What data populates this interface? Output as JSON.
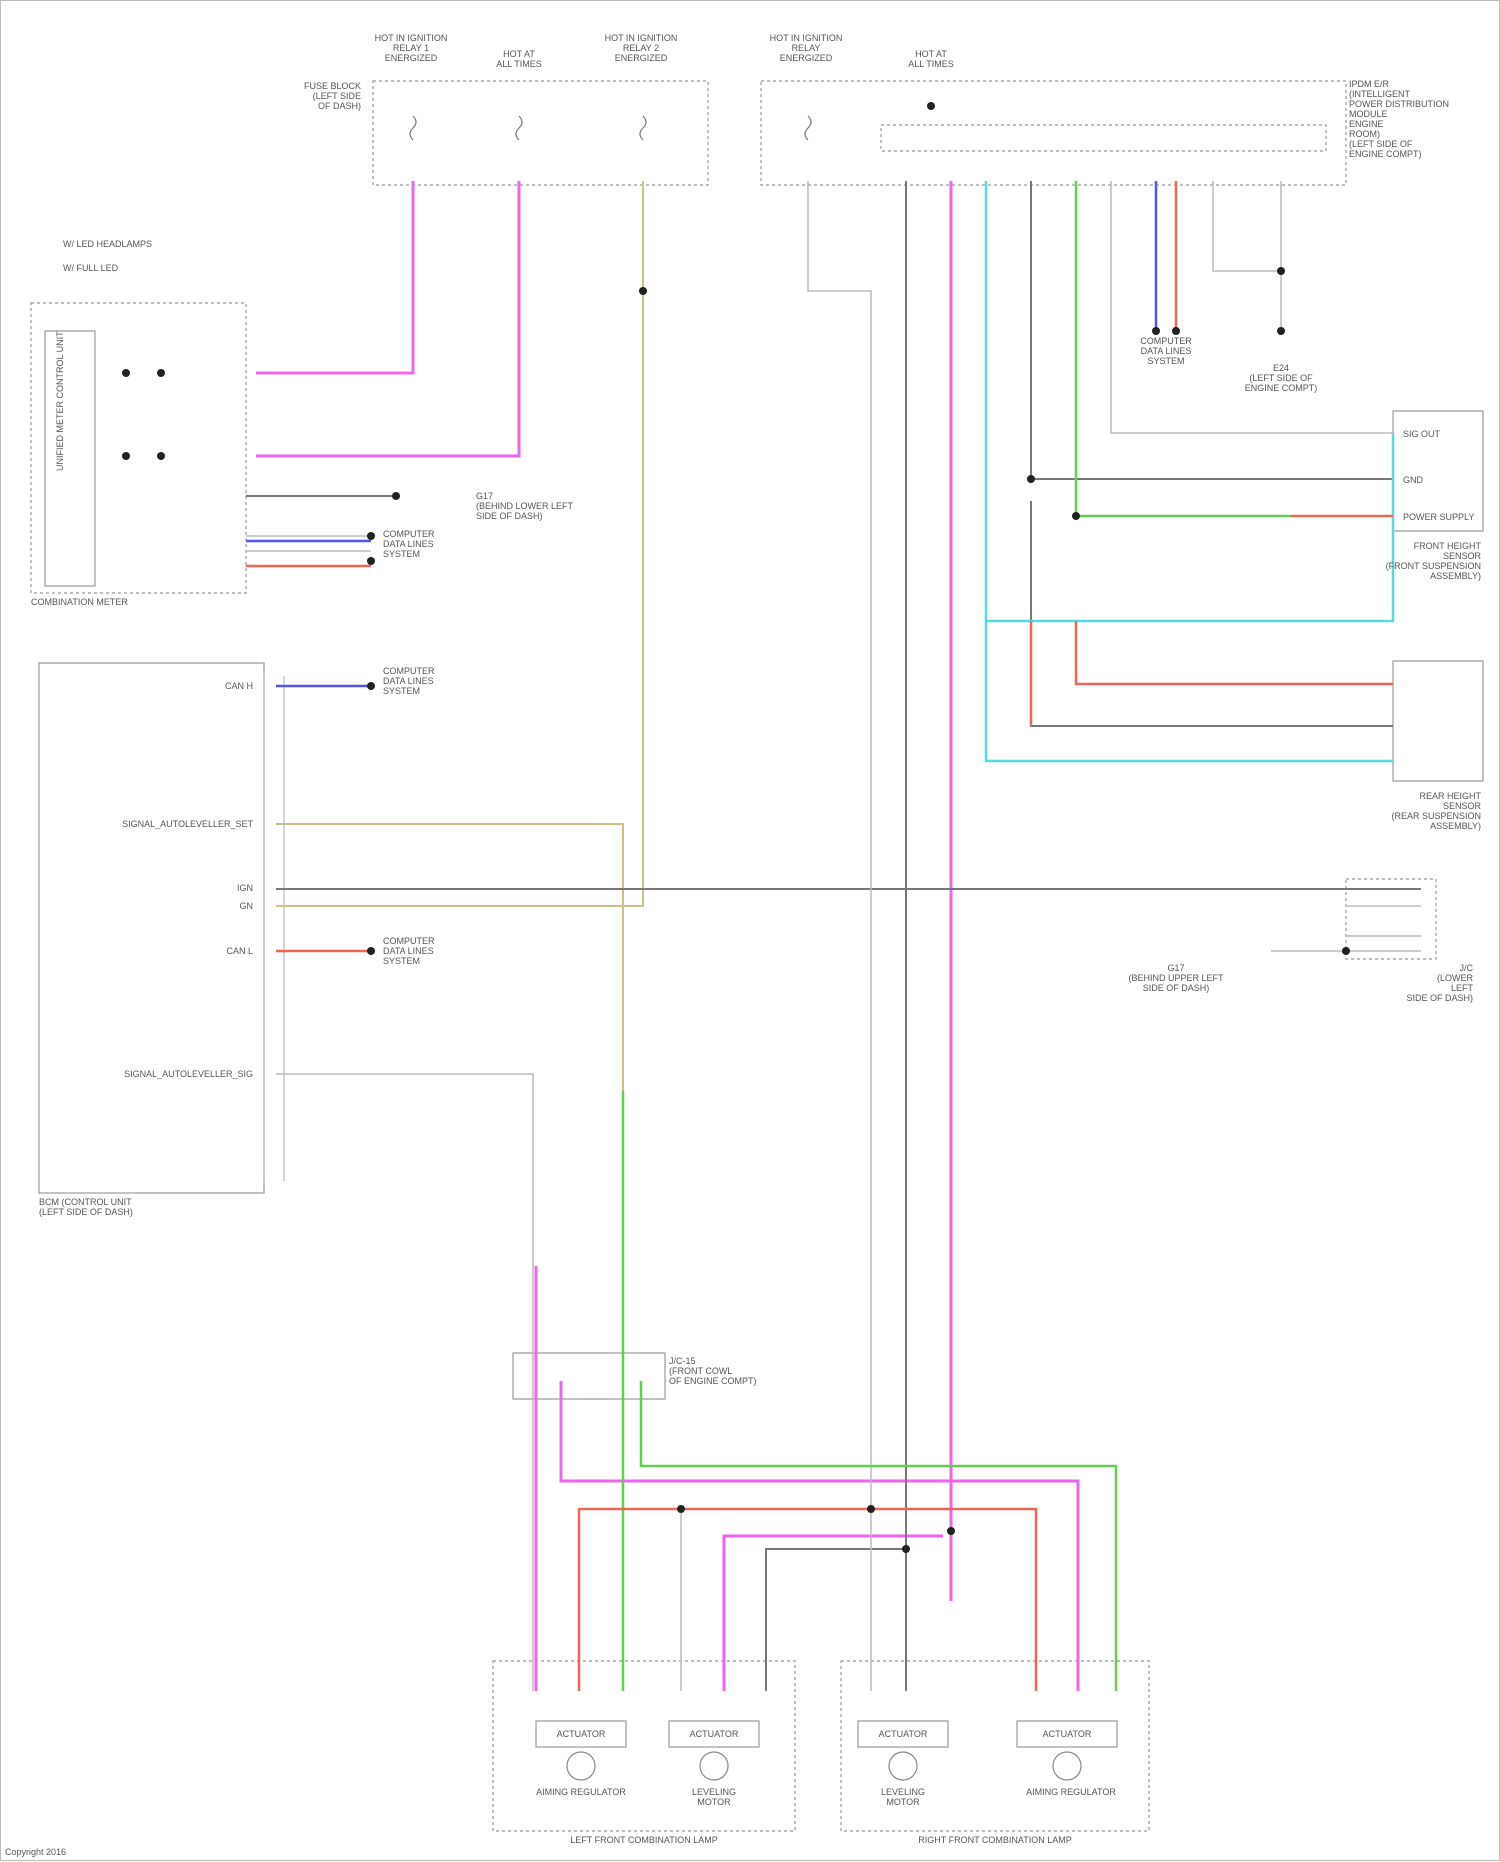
{
  "meta": {
    "footer": "Copyright 2016"
  },
  "colors": {
    "pink": "#ee66ee",
    "gray": "#777777",
    "lightgray": "#bbbbbb",
    "cyan": "#55dddd",
    "green": "#66cc55",
    "red": "#ee6655",
    "blue": "#5555ee",
    "tan": "#ccc088",
    "black": "#222222"
  },
  "labels": {
    "fuse1": "HOT IN IGNITION\nRELAY 1\nENERGIZED",
    "fuse2": "HOT AT\nALL TIMES",
    "fuse3": "HOT IN IGNITION\nRELAY 2\nENERGIZED",
    "fuse4": "HOT IN IGNITION\nRELAY\nENERGIZED",
    "fuse5": "HOT AT\nALL TIMES",
    "fuse_block": "FUSE BLOCK\n(LEFT SIDE\nOF DASH)",
    "ipdm": "IPDM E/R\n(INTELLIGENT\nPOWER DISTRIBUTION\nMODULE\nENGINE\nROOM)\n(LEFT SIDE OF\nENGINE COMPT)",
    "legend1": "W/ LED HEADLAMPS",
    "legend2": "W/ FULL LED",
    "combination_meter": "COMBINATION METER",
    "meter_inner": "UNIFIED METER CONTROL UNIT",
    "ground_meter": "G17\n(BEHIND LOWER LEFT\nSIDE OF DASH)",
    "can_meter": "COMPUTER\nDATA LINES\nSYSTEM",
    "bcm": "BCM (CONTROL UNIT\n(LEFT SIDE OF DASH)",
    "bcm_pin1": "CAN H",
    "bcm_pin2": "SIGNAL_AUTOLEVELLER_SET",
    "bcm_pin3": "IGN",
    "bcm_pin4": "GN",
    "bcm_pin5": "CAN L",
    "bcm_pin6": "SIGNAL_AUTOLEVELLER_SIG",
    "can_bcm1": "COMPUTER\nDATA LINES\nSYSTEM",
    "can_bcm2": "COMPUTER\nDATA LINES\nSYSTEM",
    "can_ipdm": "COMPUTER\nDATA LINES\nSYSTEM",
    "g_ipdm": "E24\n(LEFT SIDE OF\nENGINE COMPT)",
    "front_sensor": "FRONT HEIGHT\nSENSOR\n(FRONT SUSPENSION\nASSEMBLY)",
    "rear_sensor": "REAR HEIGHT\nSENSOR\n(REAR SUSPENSION\nASSEMBLY)",
    "pin_sig": "SIG OUT",
    "pin_gnd": "GND",
    "pin_pwr": "POWER SUPPLY",
    "joint": "J/C\n(LOWER\nLEFT\nSIDE OF DASH)",
    "ground_j": "G17\n(BEHIND UPPER LEFT\nSIDE OF DASH)",
    "junction": "J/C-15\n(FRONT COWL\nOF ENGINE COMPT)",
    "lf_unit": "LEFT FRONT COMBINATION LAMP",
    "rf_unit": "RIGHT FRONT COMBINATION LAMP",
    "act1": "ACTUATOR",
    "act2": "ACTUATOR",
    "act3": "ACTUATOR",
    "act4": "ACTUATOR",
    "motor_l1": "AIMING REGULATOR",
    "motor_l2": "LEVELING\nMOTOR",
    "motor_r1": "LEVELING\nMOTOR",
    "motor_r2": "AIMING REGULATOR"
  }
}
